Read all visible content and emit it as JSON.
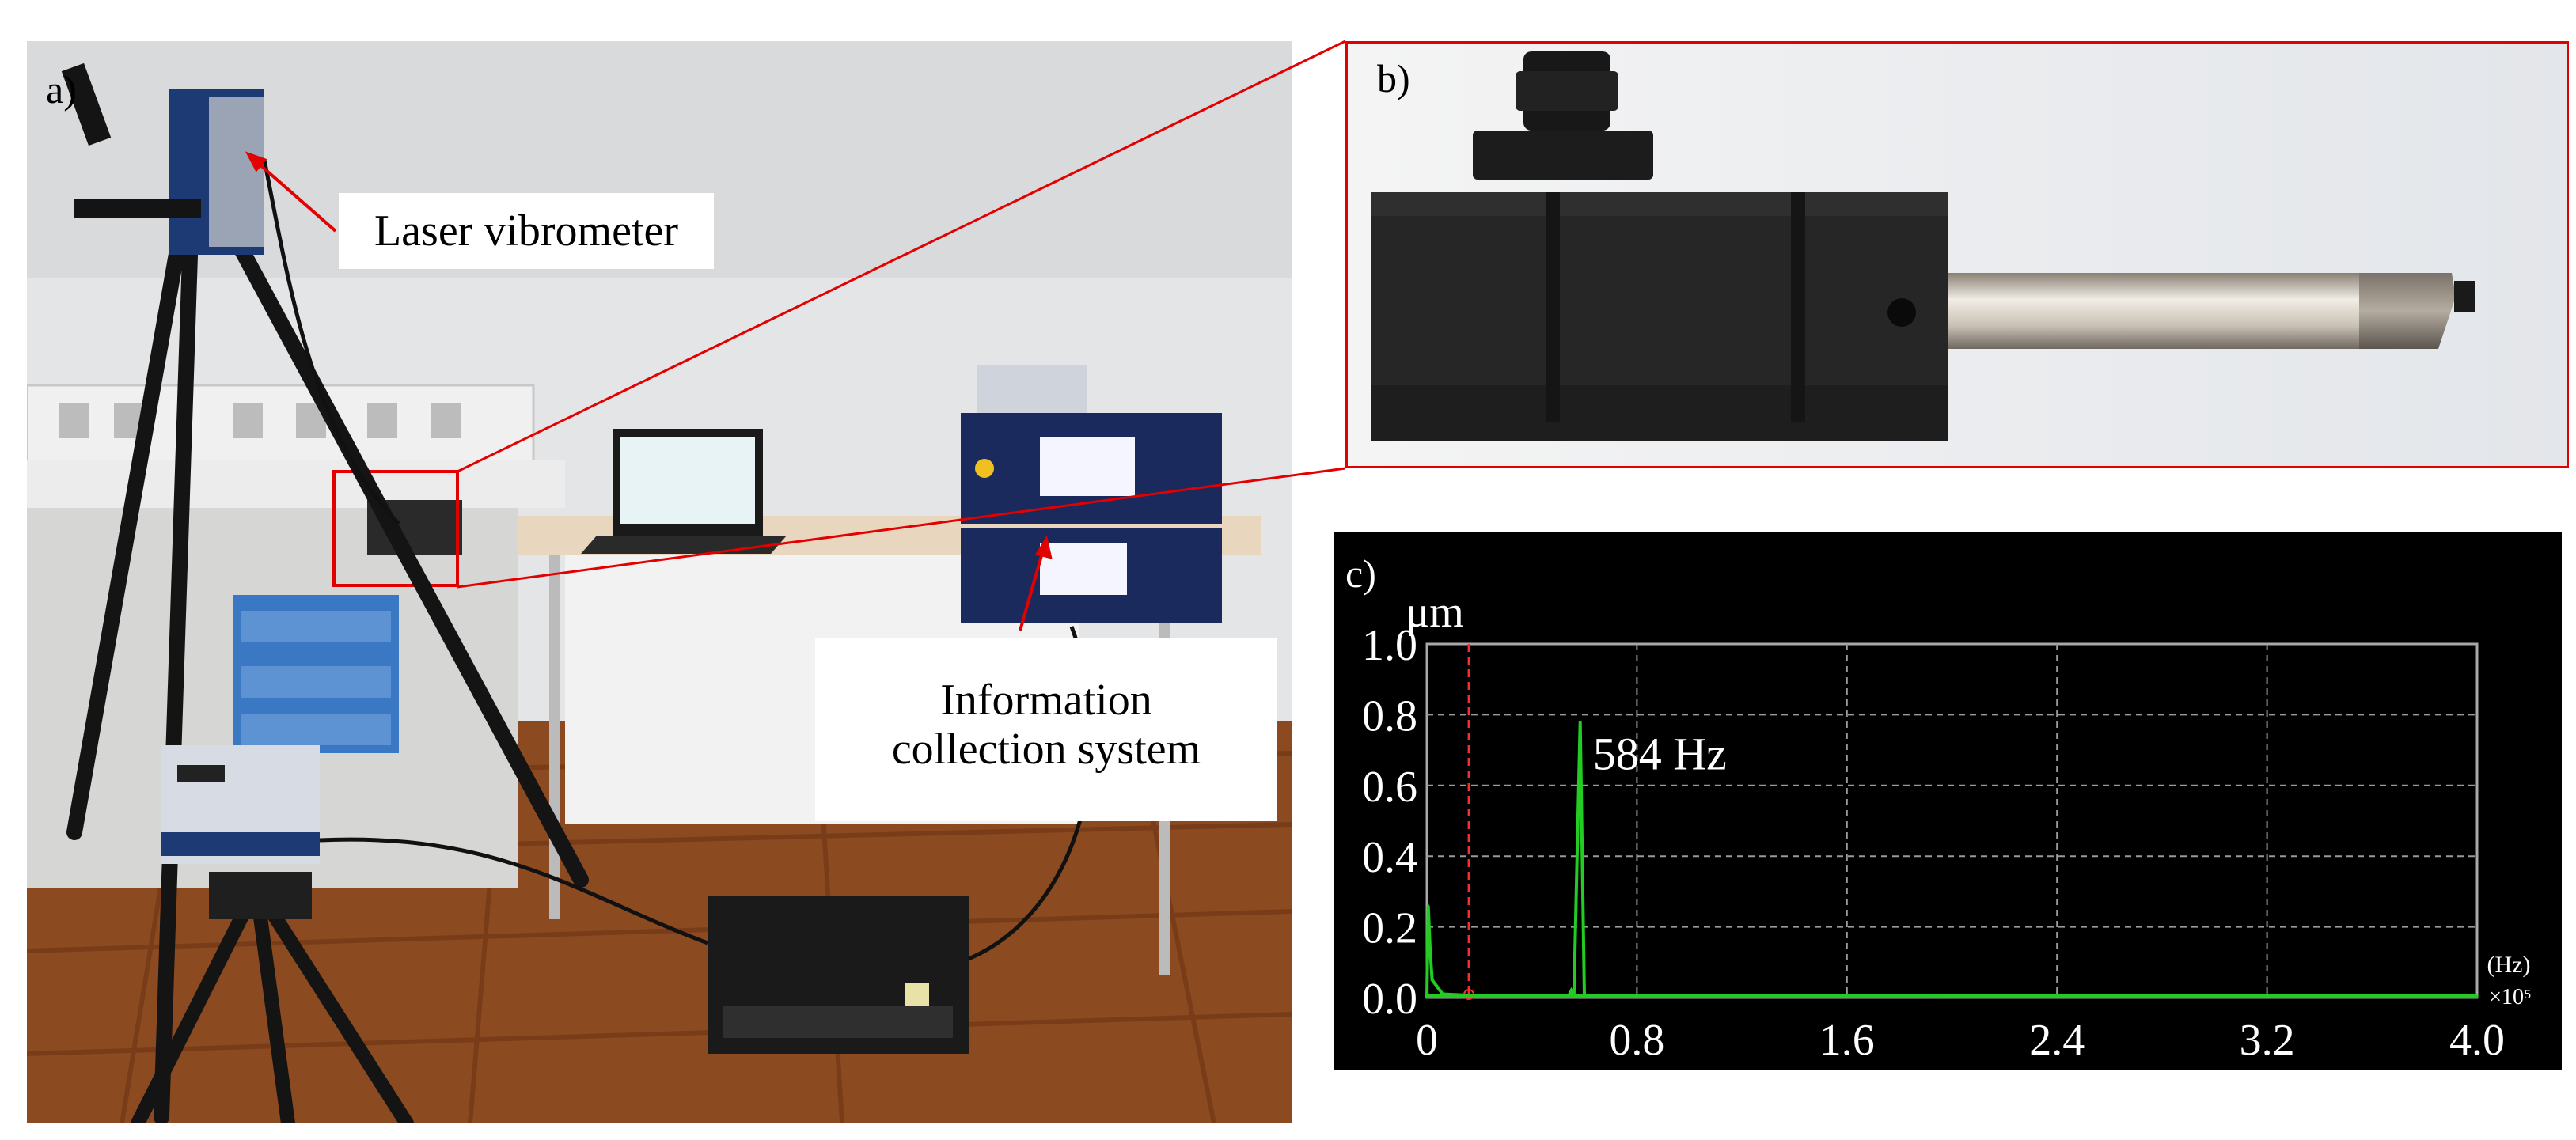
{
  "panels": {
    "a": {
      "label": "a)",
      "callout_laser": "Laser vibrometer",
      "callout_info_line1": "Information",
      "callout_info_line2": "collection system"
    },
    "b": {
      "label": "b)"
    },
    "c": {
      "label": "c)"
    }
  },
  "colors": {
    "highlight_red": "#e30000",
    "peak_green": "#22cc22",
    "marker_red": "#ff2b2b",
    "grid_gray": "#9a9a9a"
  },
  "chart_data": {
    "type": "line",
    "title": "",
    "ylabel": "μm",
    "xlabel": "(Hz)",
    "x_multiplier": "×10⁵",
    "xlim": [
      0,
      4.0
    ],
    "ylim": [
      0,
      1.0
    ],
    "xticks": [
      "0",
      "0.8",
      "1.6",
      "2.4",
      "3.2",
      "4.0"
    ],
    "yticks": [
      "0.0",
      "0.2",
      "0.4",
      "0.6",
      "0.8",
      "1.0"
    ],
    "grid": true,
    "series": [
      {
        "x": [
          0.0,
          0.005,
          0.012,
          0.02,
          0.06,
          0.2,
          0.54,
          0.55,
          0.56,
          0.584,
          0.6,
          0.62,
          1.0,
          2.0,
          3.0,
          4.0
        ],
        "y": [
          0.0,
          0.26,
          0.14,
          0.05,
          0.01,
          0.005,
          0.005,
          0.02,
          0.005,
          0.78,
          0.005,
          0.003,
          0.003,
          0.002,
          0.002,
          0.002
        ]
      }
    ],
    "marker_x": 0.16,
    "annotation": {
      "text": "584 Hz",
      "x": 0.584,
      "y": 0.78
    }
  }
}
